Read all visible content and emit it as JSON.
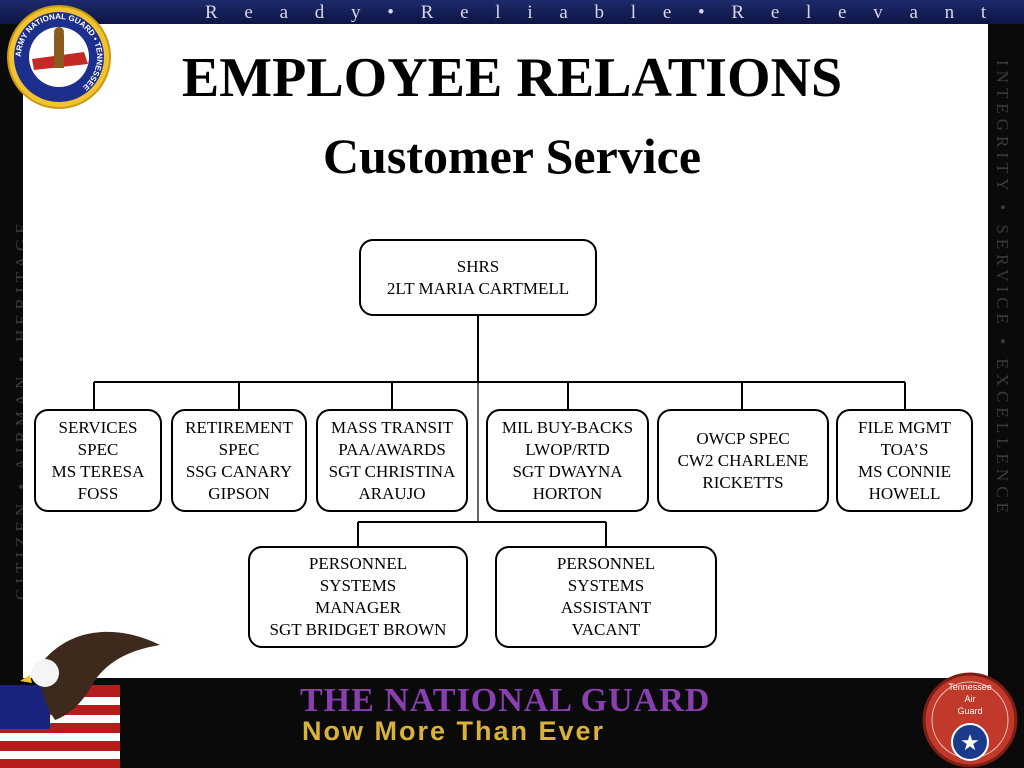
{
  "banner": {
    "motto": "R e a d y  •  R e l i a b l e  •  R e l e v a n t"
  },
  "side": {
    "left": "CITIZEN • AIRMAN • HERITAGE",
    "right": "INTEGRITY • SERVICE • EXCELLENCE"
  },
  "slide": {
    "title": "EMPLOYEE RELATIONS",
    "subtitle": "Customer Service"
  },
  "org": {
    "root": {
      "lines": [
        "SHRS",
        "2LT MARIA CARTMELL"
      ]
    },
    "level1": [
      {
        "lines": [
          "SERVICES",
          "SPEC",
          "MS TERESA",
          "FOSS"
        ]
      },
      {
        "lines": [
          "RETIREMENT",
          "SPEC",
          "SSG  CANARY",
          "GIPSON"
        ]
      },
      {
        "lines": [
          "MASS TRANSIT",
          "PAA/AWARDS",
          "SGT CHRISTINA",
          "ARAUJO"
        ]
      },
      {
        "lines": [
          "MIL BUY-BACKS",
          "LWOP/RTD",
          "SGT DWAYNA",
          "HORTON"
        ]
      },
      {
        "lines": [
          "OWCP SPEC",
          "CW2 CHARLENE",
          "RICKETTS"
        ]
      },
      {
        "lines": [
          "FILE MGMT",
          "TOA’S",
          "MS CONNIE",
          "HOWELL"
        ]
      }
    ],
    "level2": [
      {
        "lines": [
          "PERSONNEL",
          "SYSTEMS",
          "MANAGER",
          "SGT BRIDGET BROWN"
        ]
      },
      {
        "lines": [
          "PERSONNEL",
          "SYSTEMS",
          "ASSISTANT",
          "VACANT"
        ]
      }
    ]
  },
  "logo": {
    "ring_text": "ARMY NATIONAL GUARD • TENNESSEE",
    "icon": "tennessee-guard-seal-icon"
  },
  "footer": {
    "line1": "THE NATIONAL GUARD",
    "line2": "Now More Than Ever",
    "badge_lines": [
      "Tennessee",
      "Air",
      "Guard"
    ],
    "badge_icon": "tennessee-air-guard-badge-icon",
    "eagle_icon": "eagle-flag-icon"
  },
  "colors": {
    "banner": "#1d2a6b",
    "footer_line1": "#8a3fb0",
    "footer_line2": "#d9b23a",
    "badge": "#c0392b"
  }
}
